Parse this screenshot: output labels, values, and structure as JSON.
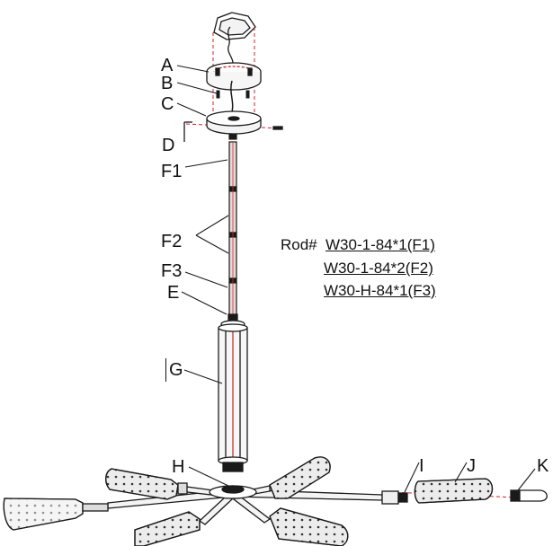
{
  "labels": {
    "A": "A",
    "B": "B",
    "C": "C",
    "D": "D",
    "F1": "F1",
    "F2": "F2",
    "F3": "F3",
    "E": "E",
    "G": "G",
    "H": "H",
    "I": "I",
    "J": "J",
    "K": "K"
  },
  "rod_spec": {
    "prefix": "Rod#",
    "lines": [
      "W30-1-84*1(F1)",
      "W30-1-84*2(F2)",
      "W30-H-84*1(F3)"
    ]
  },
  "colors": {
    "line": "#1a1a1a",
    "guide": "#d0202a",
    "rod": "#e8d8d8",
    "shade": "#ececec"
  }
}
